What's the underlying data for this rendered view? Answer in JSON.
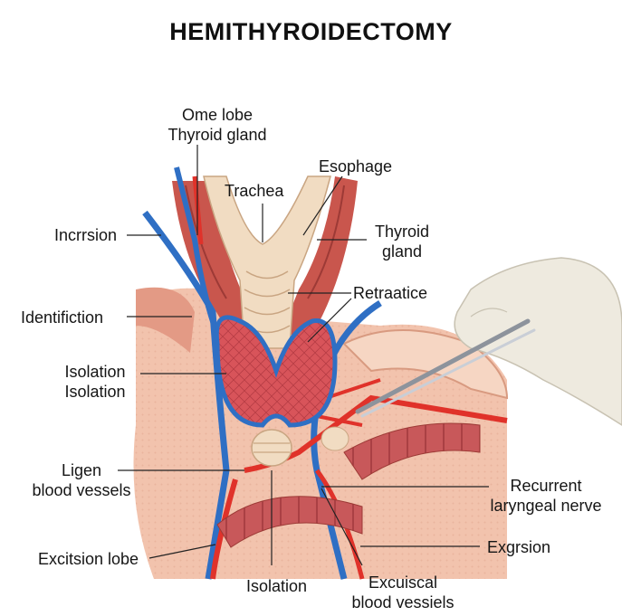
{
  "title": "HEMITHYROIDECTOMY",
  "labels": {
    "one_lobe_l1": "Ome lobe",
    "one_lobe_l2": "Thyroid gland",
    "esophage": "Esophage",
    "trachea": "Trachea",
    "incision": "Incrrsion",
    "thyroid_l1": "Thyroid",
    "thyroid_l2": "gland",
    "retraatice": "Retraatice",
    "identification": "Identifiction",
    "isolation_l1": "Isolation",
    "isolation_l2": "Isolation",
    "ligen_l1": "Ligen",
    "ligen_l2": "blood vessels",
    "recurrent_l1": "Recurrent",
    "recurrent_l2": "laryngeal nerve",
    "excision_lobe": "Excitsion lobe",
    "exgrsion": "Exgrsion",
    "isolation_bottom": "Isolation",
    "excuiscal_l1": "Excuiscal",
    "excuiscal_l2": "blood vessiels"
  },
  "colors": {
    "tissue_pink": "#f2c3ad",
    "muscle_red": "#c9564d",
    "thyroid_red": "#d8545a",
    "trachea_beige": "#f1dcc2",
    "artery_red": "#e0322a",
    "vein_blue": "#2f6fc4",
    "glove": "#eeeadf"
  }
}
